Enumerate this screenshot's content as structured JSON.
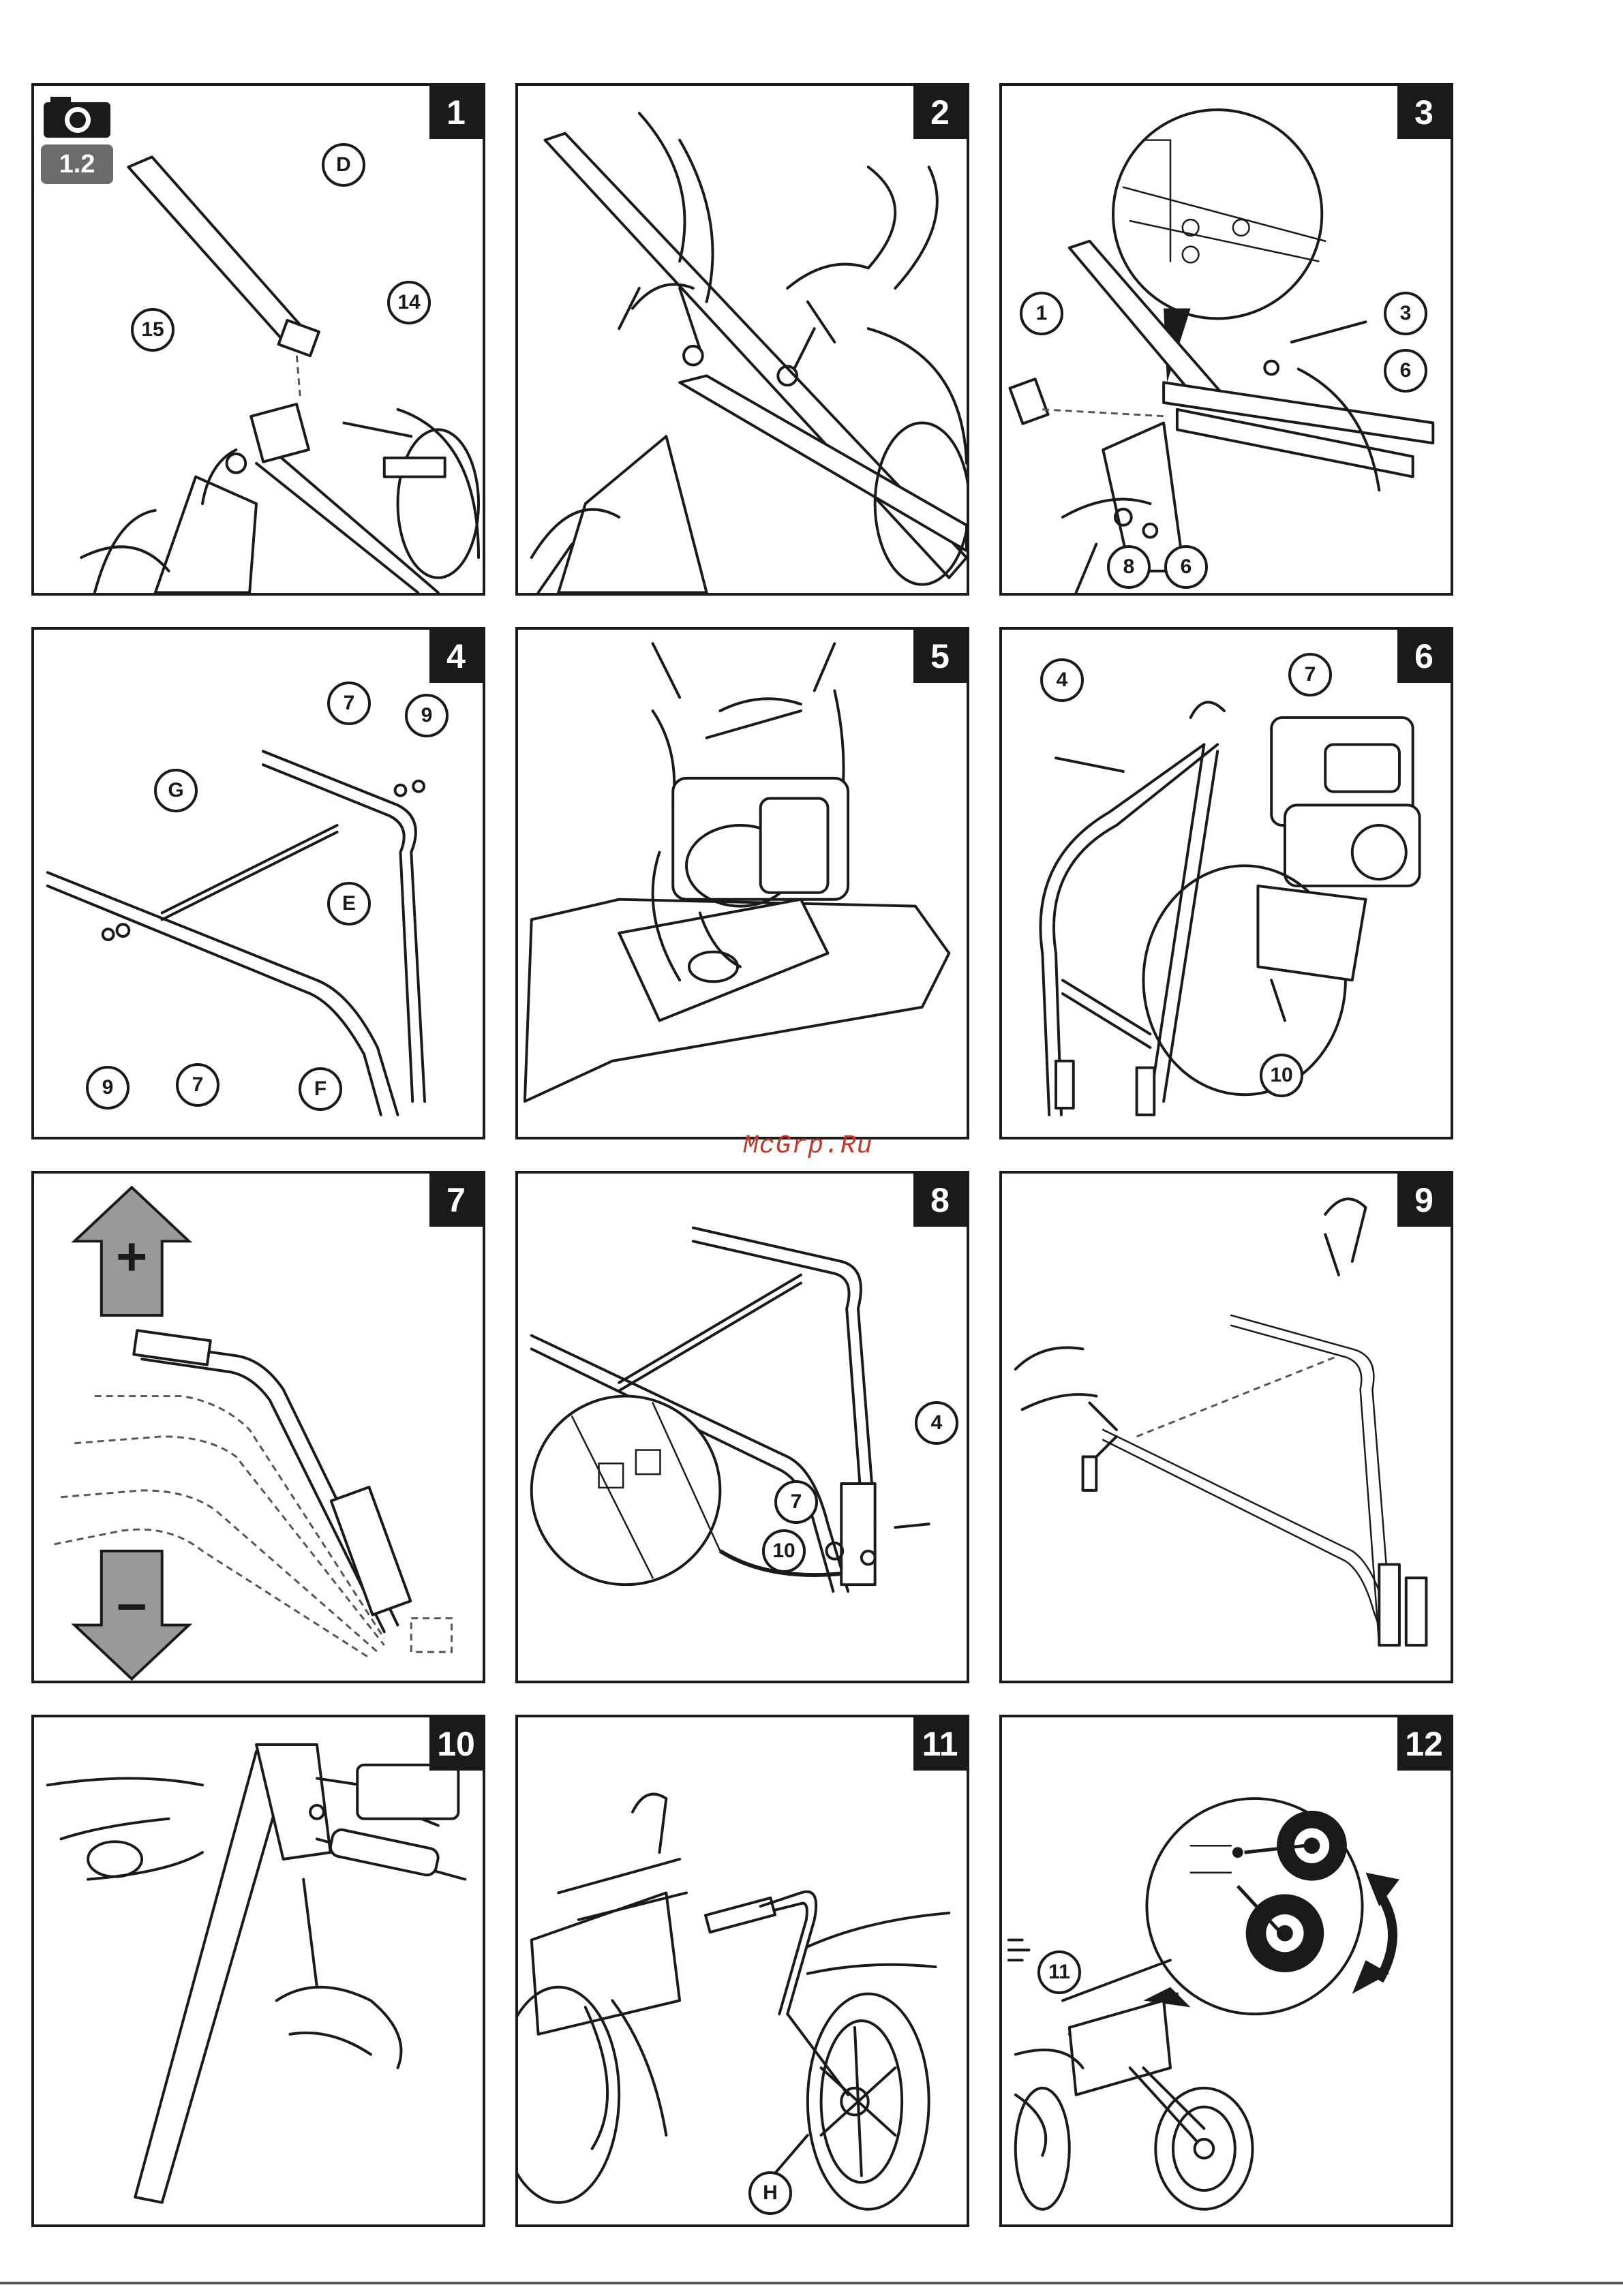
{
  "watermark": "McGrp.Ru",
  "version_badge": "1.2",
  "icons": {
    "camera": "camera-icon",
    "plus_arrow": "arrow-up-plus-icon",
    "minus_arrow": "arrow-down-minus-icon",
    "rotate": "rotate-arrows-icon"
  },
  "arrow_fill": "#999999",
  "panels": [
    {
      "number": "1",
      "callouts": [
        "D",
        "15",
        "14"
      ]
    },
    {
      "number": "2",
      "callouts": []
    },
    {
      "number": "3",
      "callouts": [
        "1",
        "3",
        "6",
        "8",
        "6"
      ]
    },
    {
      "number": "4",
      "callouts": [
        "7",
        "9",
        "G",
        "E",
        "9",
        "7",
        "F"
      ]
    },
    {
      "number": "5",
      "callouts": []
    },
    {
      "number": "6",
      "callouts": [
        "4",
        "7",
        "10"
      ]
    },
    {
      "number": "7",
      "callouts": [],
      "plus": "+",
      "minus": "–"
    },
    {
      "number": "8",
      "callouts": [
        "4",
        "7",
        "10"
      ]
    },
    {
      "number": "9",
      "callouts": []
    },
    {
      "number": "10",
      "callouts": []
    },
    {
      "number": "11",
      "callouts": [
        "H"
      ]
    },
    {
      "number": "12",
      "callouts": [
        "11"
      ]
    }
  ]
}
